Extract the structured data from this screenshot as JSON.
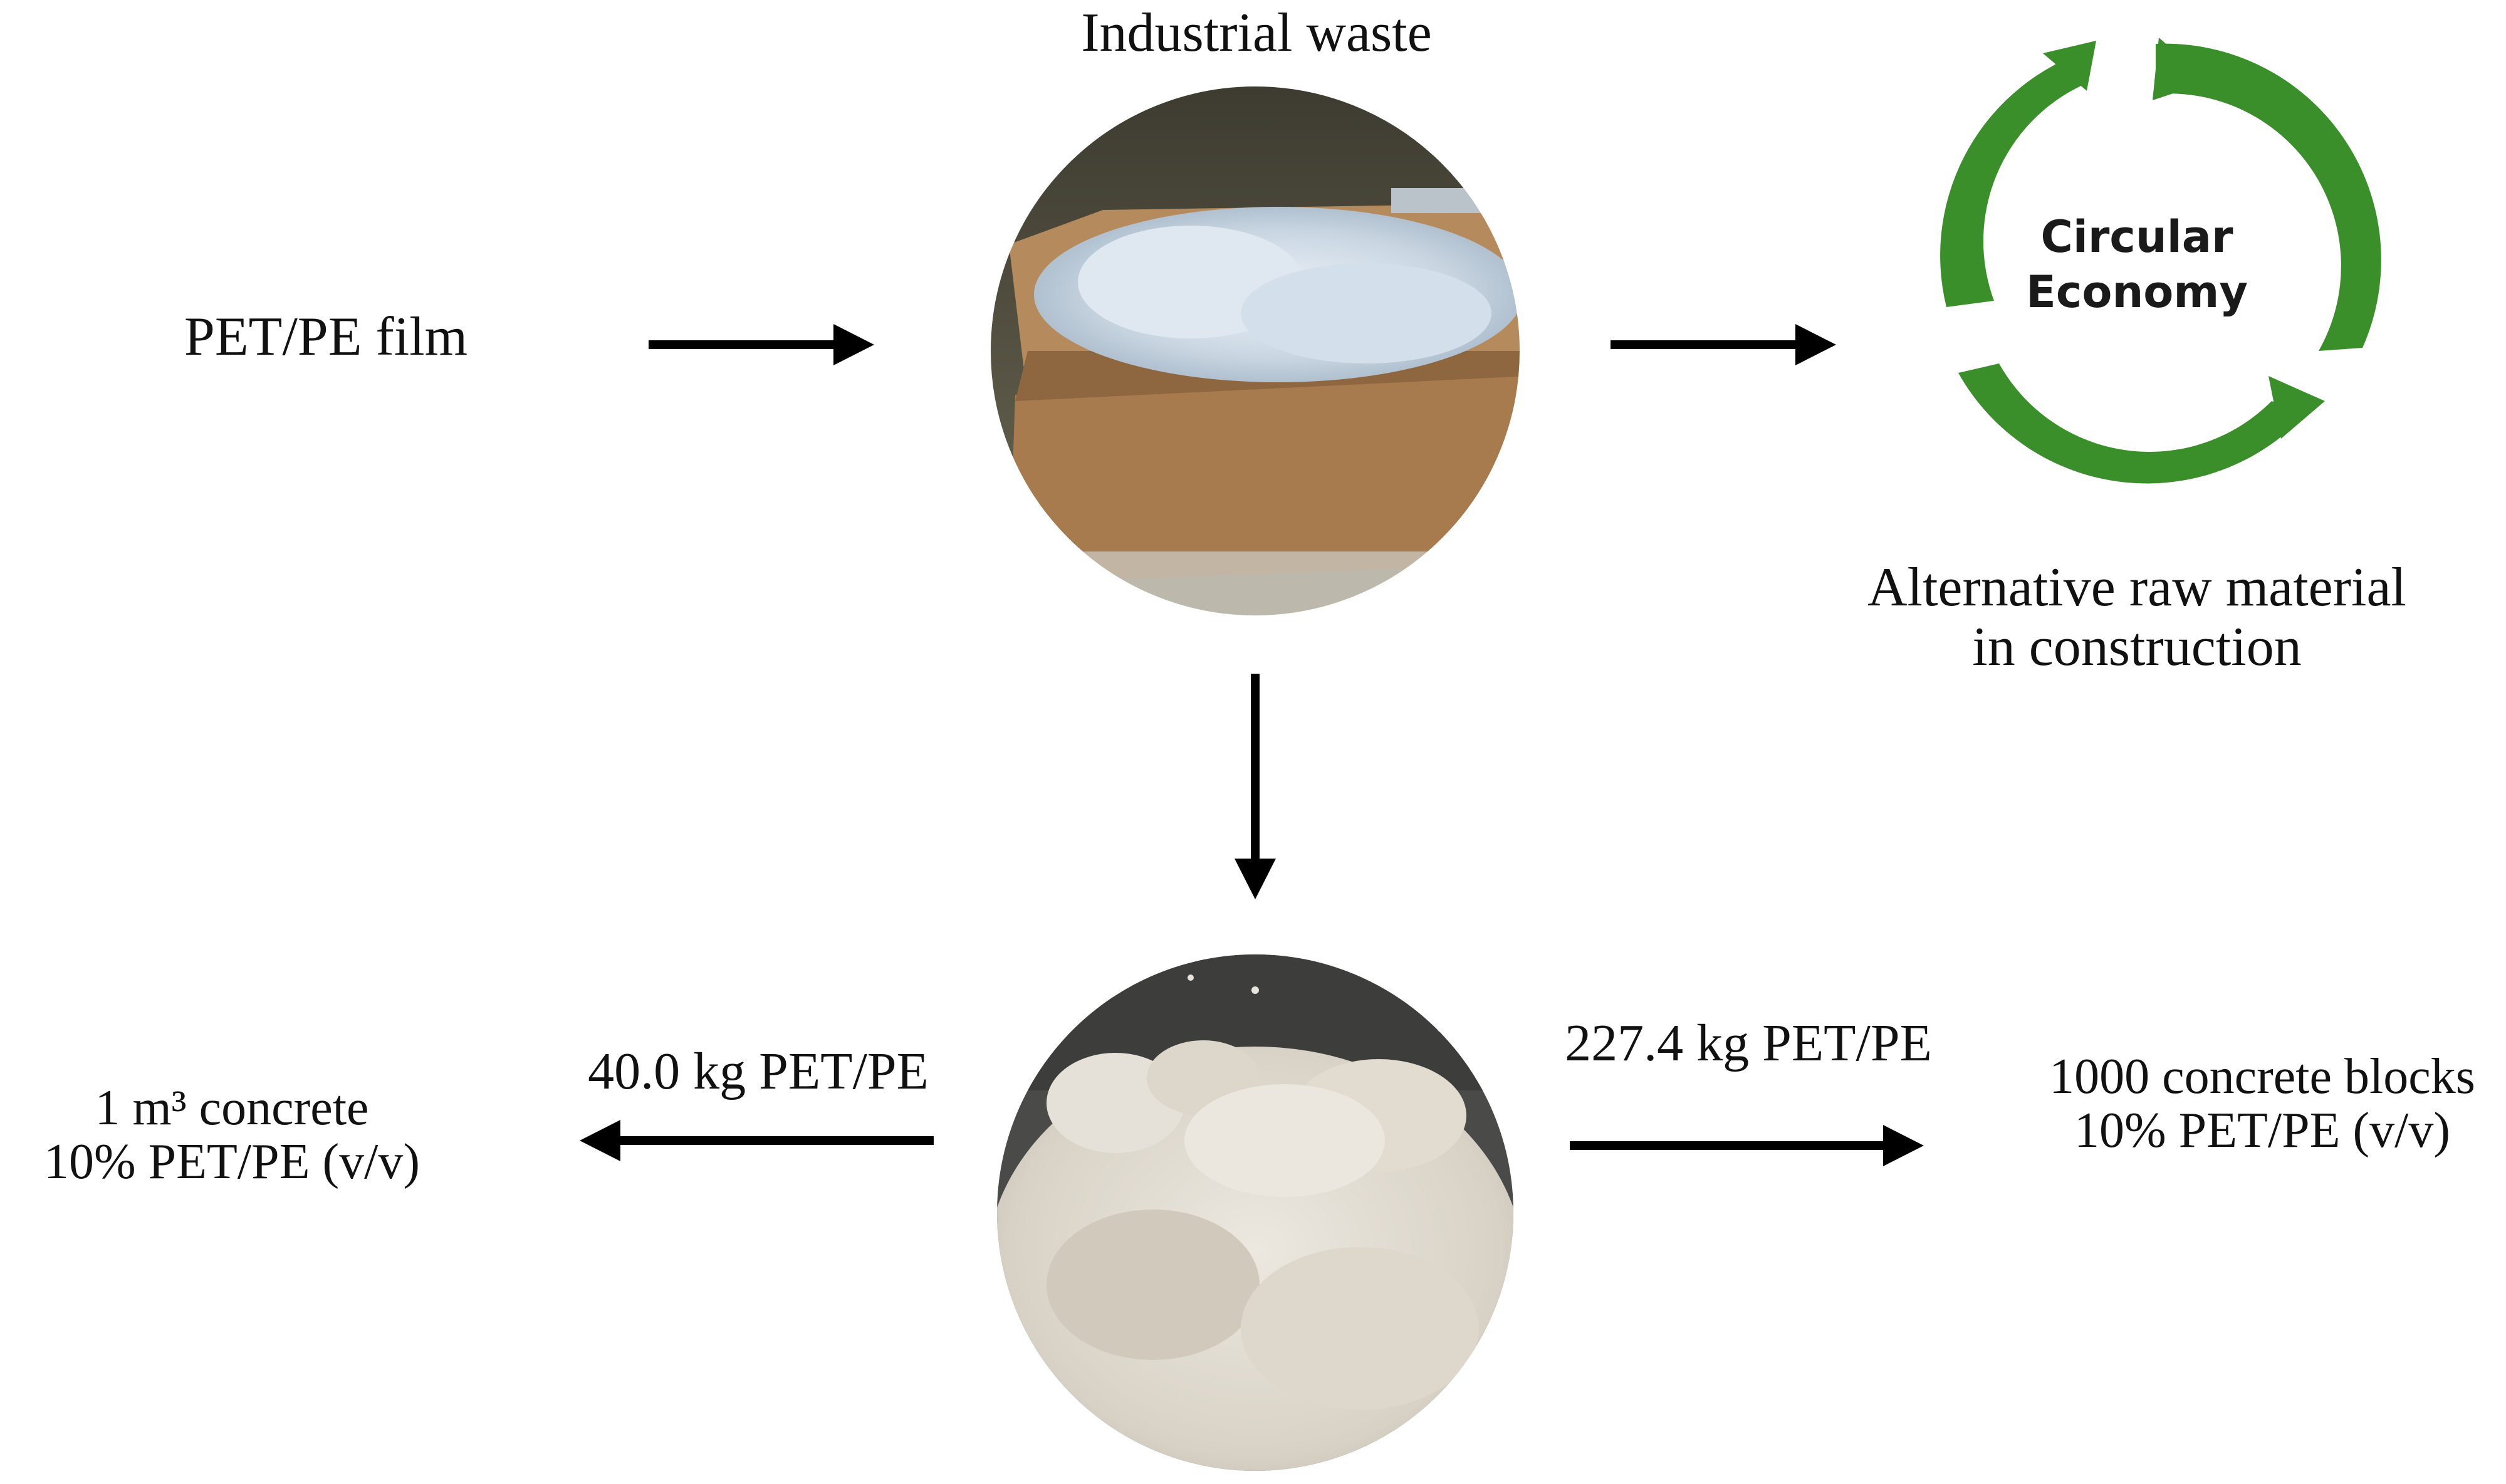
{
  "labels": {
    "source": "PET/PE film",
    "waste_title": "Industrial waste",
    "circular_line1": "Circular",
    "circular_line2": "Economy",
    "alternative_line1": "Alternative raw material",
    "alternative_line2": "in construction",
    "left_amount": "40.0 kg PET/PE",
    "left_product_line1": "1 m³ concrete",
    "left_product_line2": "10% PET/PE (v/v)",
    "right_amount": "227.4 kg PET/PE",
    "right_product_line1": "1000 concrete blocks",
    "right_product_line2": "10% PET/PE (v/v)"
  },
  "colors": {
    "cycle_green": "#3a8f2b",
    "arrow": "#000000"
  },
  "icons": {
    "waste_photo": "box-of-shredded-film-photo",
    "shredded_photo": "shredded-plastic-fibers-photo",
    "cycle": "recycling-cycle-arrows-icon"
  }
}
